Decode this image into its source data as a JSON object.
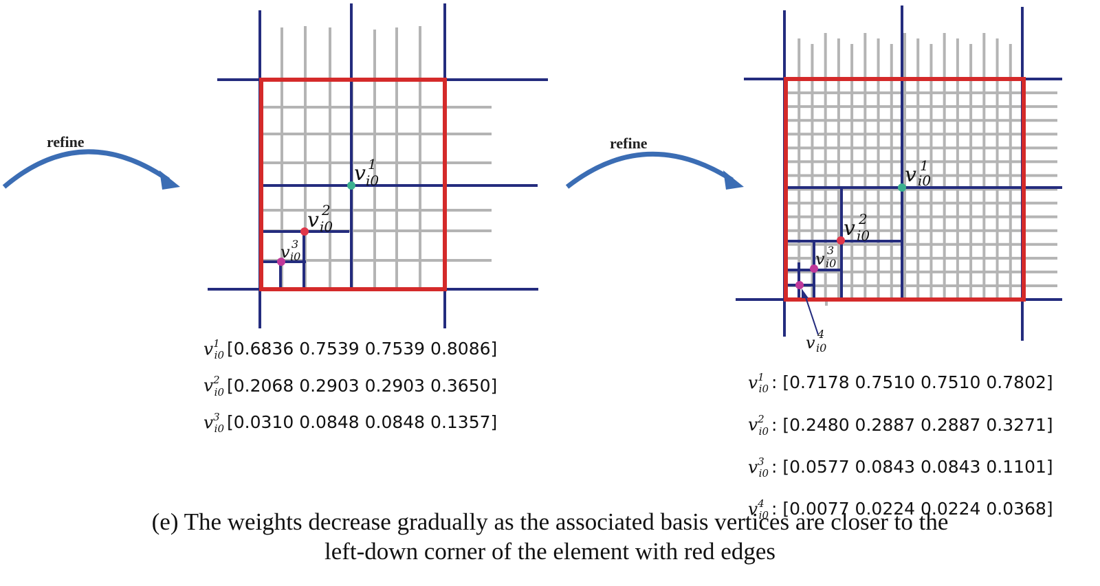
{
  "arrow_label": "refine",
  "vertex_symbol": "v",
  "vertex_sub": "i0",
  "panel_left": {
    "vertices": [
      "1",
      "2",
      "3"
    ],
    "weights": [
      {
        "sup": "1",
        "values": "[0.6836  0.7539  0.7539  0.8086]"
      },
      {
        "sup": "2",
        "values": "[0.2068  0.2903  0.2903  0.3650]"
      },
      {
        "sup": "3",
        "values": "[0.0310 0.0848  0.0848  0.1357]"
      }
    ]
  },
  "panel_right": {
    "vertices": [
      "1",
      "2",
      "3",
      "4"
    ],
    "weights": [
      {
        "sup": "1",
        "values": ": [0.7178  0.7510  0.7510  0.7802]"
      },
      {
        "sup": "2",
        "values": ": [0.2480 0.2887  0.2887  0.3271]"
      },
      {
        "sup": "3",
        "values": ": [0.0577 0.0843 0.0843 0.1101]"
      },
      {
        "sup": "4",
        "values": ": [0.0077 0.0224 0.0224  0.0368]"
      }
    ]
  },
  "caption_line1": "(e) The weights decrease gradually as the associated basis vertices are closer to the",
  "caption_line2": "left-down corner of the element with red edges",
  "colors": {
    "grid": "#b4b4b4",
    "blue": "#242c7e",
    "red": "#d42a2a",
    "arrow": "#3b6db4",
    "v1": "#3bb08f",
    "v2": "#e0374a",
    "v3": "#c0399a",
    "v4": "#c0399a"
  }
}
